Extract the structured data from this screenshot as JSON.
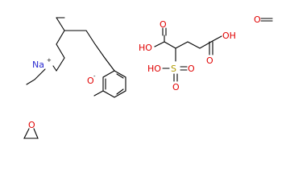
{
  "figure": {
    "type": "chemical-structure",
    "colors": {
      "bond": "#000000",
      "oxygen": "#e00000",
      "sodium": "#2a2ad0",
      "sulfur": "#b09a00"
    }
  },
  "labels": {
    "sodium": "Na",
    "sodium_charge": "+",
    "phenoxide_o": "O",
    "phenoxide_charge": "-",
    "sulfonic_oh": "HO",
    "sulfur": "S",
    "sulfonyl_o_right": "O",
    "sulfonyl_o_below": "O",
    "acid1_oh": "HO",
    "acid1_carbonyl_o": "O",
    "acid2_oh": "OH",
    "acid2_carbonyl_o": "O",
    "formaldehyde_o": "O",
    "oxirane_o": "O"
  }
}
